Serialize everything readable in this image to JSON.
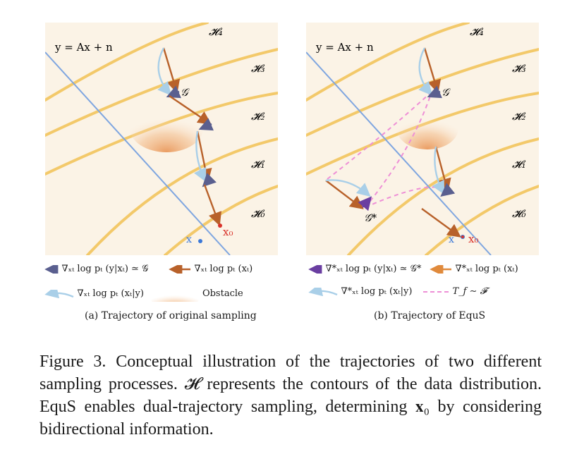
{
  "panel_a": {
    "equation": "y = Ax + n",
    "contour_labels": [
      "𝓗₄",
      "𝓗₃",
      "𝓗₂",
      "𝓗₁",
      "𝓗₀"
    ],
    "g_label": "𝒢",
    "x_label": "x",
    "x0_label": "x₀",
    "subcaption": "(a) Trajectory of original sampling"
  },
  "panel_b": {
    "equation": "y = Ax + n",
    "contour_labels": [
      "𝓗₄",
      "𝓗₃",
      "𝓗₂",
      "𝓗₁",
      "𝓗₀"
    ],
    "g_label": "𝒢",
    "g_star_label": "𝒢*",
    "x_label": "x",
    "x0_label": "x₀",
    "subcaption": "(b) Trajectory of EquS"
  },
  "legend_a": {
    "item1": "∇ₓₜ log pₜ (y|xₜ) ≃ 𝒢",
    "item2": "∇ₓₜ log pₜ (xₜ)",
    "item3": "∇ₓₜ log pₜ (xₜ|y)",
    "item4": "Obstacle"
  },
  "legend_b": {
    "item1": "∇*ₓₜ log pₜ (y|xₜ) ≃ 𝒢*",
    "item2": "∇*ₓₜ log pₜ (xₜ)",
    "item3": "∇*ₓₜ log pₜ (xₜ|y)",
    "item4": "T_f ∼ 𝓕"
  },
  "caption": "Figure 3. Conceptual illustration of the trajectories of two different sampling processes. 𝓗 represents the contours of the data distribution. EquS enables dual-trajectory sampling, determining 𝐱₀ by considering bidirectional information.",
  "colors": {
    "panel_bg": "#fbf3e6",
    "contour": "#f3c96a",
    "line": "#7fa6e0",
    "brown_arrow": "#b8612a",
    "navy_arrow": "#5a5f8f",
    "light_arrow": "#a9cfe8",
    "purple_arrow": "#6a3ea1",
    "orange_arrow": "#e08a3c",
    "dashed": "#ee8fd6",
    "x_point": "#3b78d8",
    "x0_point": "#d9332b"
  }
}
